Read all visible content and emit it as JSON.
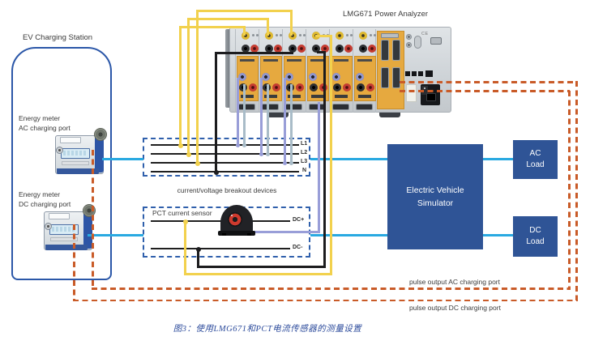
{
  "figure_caption": {
    "text": "图3：使用LMG671和PCT电流传感器的测量设置"
  },
  "station": {
    "title": "EV Charging Station",
    "ac_meter": {
      "line1": "Energy meter",
      "line2": "AC charging port"
    },
    "dc_meter": {
      "line1": "Energy meter",
      "line2": "DC charging port"
    }
  },
  "analyzer": {
    "label": "LMG671 Power Analyzer",
    "ce_mark": "CE"
  },
  "breakout_ac": {
    "caption": "current/voltage breakout devices",
    "lines": [
      "L1",
      "L2",
      "L3",
      "N"
    ]
  },
  "breakout_dc": {
    "title": "PCT current sensor",
    "lines": [
      "DC+",
      "DC-"
    ]
  },
  "simulator": {
    "line1": "Electric Vehicle",
    "line2": "Simulator"
  },
  "loads": {
    "ac": [
      "AC",
      "Load"
    ],
    "dc": [
      "DC",
      "Load"
    ]
  },
  "pulse_outputs": {
    "ac_label": "pulse output AC charging port",
    "dc_label": "pulse output DC charging port"
  },
  "colors": {
    "station_border": "#2b57a8",
    "dashed_box": "#3060ac",
    "line_blue": "#29a9e1",
    "pulse_orange": "#c95b28",
    "wire_yellow": "#f2d14d",
    "wire_black": "#1c1c1e",
    "wire_lavender": "#999ed8",
    "wire_gray": "#a9bcc8",
    "solid_box_fill": "#2f5496",
    "caption_text": "#2b4a9b"
  }
}
